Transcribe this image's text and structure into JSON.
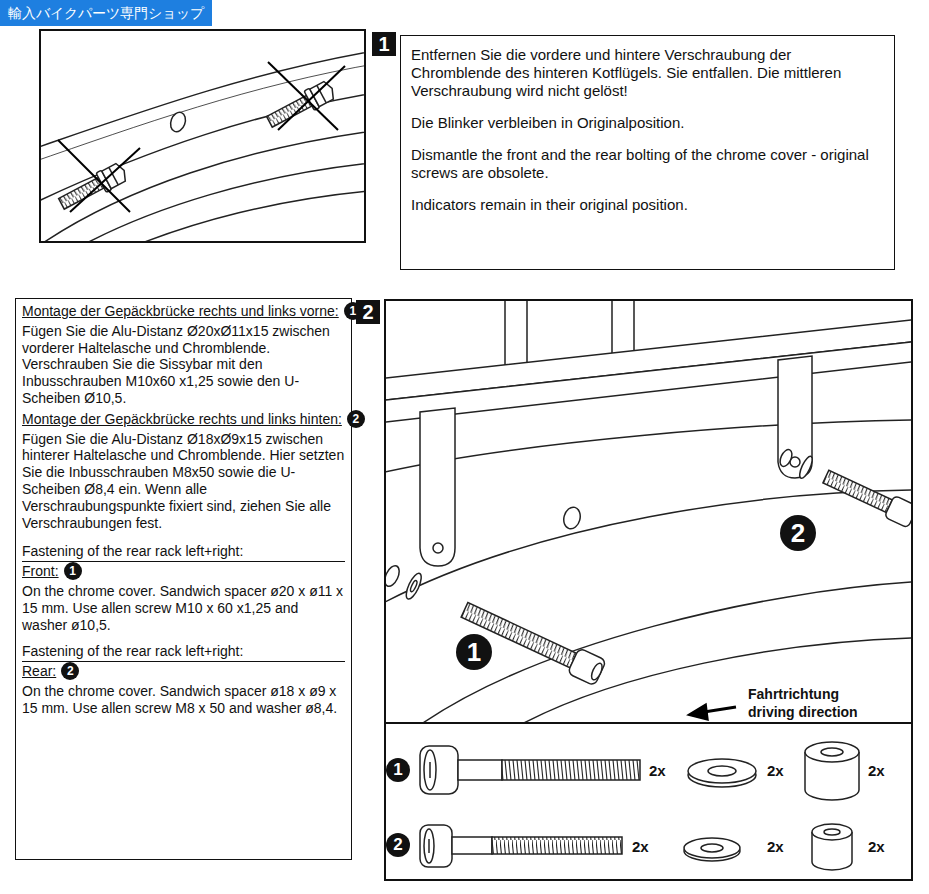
{
  "diagram": {
    "nodes": [
      {
        "text": [
          "Entfernen Sie die vordere und hintere Verschraubung der Chromblende des hinteren Kotflügels. Sie entfallen. Die mittleren Verschraubung wird nicht gelöst!",
          "Die Blinker verbleiben in Originalposition.",
          "Dismantle the front and the rear bolting of the chrome cover - original screws are obsolete.",
          "Indicators remain in their original position."
        ]
      },
      {
        "text": [
          "Montage der Gepäckbrücke rechts und links vorne:",
          "Fügen Sie die Alu-Distanz Ø20xØ11x15 zwischen vorderer Haltelasche und Chromblende. Verschrauben Sie die Sissybar mit den Inbusschrauben M10x60 x1,25 sowie den U-Scheiben Ø10,5.",
          "Montage der Gepäckbrücke rechts und links hinten:",
          "Fügen Sie die Alu-Distanz Ø18xØ9x15 zwischen hinterer Haltelasche und Chromblende. Hier setzten Sie die Inbusschrauben M8x50 sowie die U-Scheiben Ø8,4 ein. Wenn alle Verschraubungspunkte fixiert sind, ziehen Sie alle Verschraubungen fest.",
          "Fastening of the rear rack left+right:",
          "Front:",
          "On the chrome cover. Sandwich spacer ø20 x ø11 x 15 mm. Use allen screw M10 x 60 x1,25 and washer ø10,5.",
          "Fastening of the rear rack left+right:",
          "Rear:",
          "On the chrome cover. Sandwich spacer ø18 x ø9 x 15 mm. Use allen screw M8 x 50 and washer ø8,4."
        ]
      }
    ],
    "labels": [
      "輸入バイクパーツ専門ショップ",
      "1",
      "2",
      "1",
      "2",
      "1",
      "2",
      "1",
      "2",
      "Fahrtrichtung",
      "driving direction",
      "1",
      "2x",
      "2x",
      "2x",
      "2",
      "2x",
      "2x",
      "2x"
    ]
  }
}
